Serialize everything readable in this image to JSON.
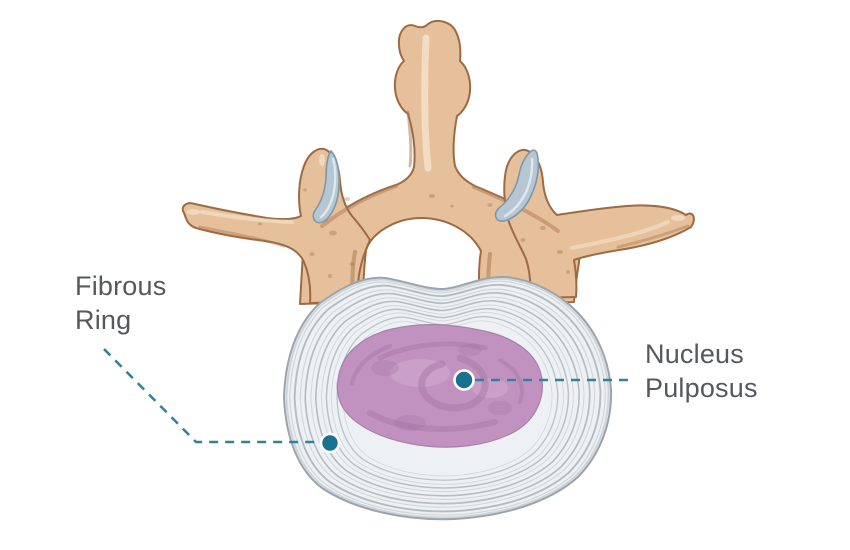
{
  "labels": {
    "fibrous_ring": {
      "line1": "Fibrous",
      "line2": "Ring"
    },
    "nucleus_pulposus": {
      "line1": "Nucleus",
      "line2": "Pulposus"
    }
  },
  "markers": {
    "fibrous_ring_dot": "filled-circle",
    "nucleus_pulposus_dot": "filled-circle"
  },
  "colors": {
    "background": "#ffffff",
    "label_text": "#55585c",
    "leader_line": "#35809f",
    "marker_dot_fill": "#17718f",
    "marker_dot_ring": "#ffffff",
    "bone_fill": "#e5c09a",
    "bone_outline": "#9c6b44",
    "bone_highlight": "#f5e6d0",
    "cartilage_fill": "#b6c7d3",
    "cartilage_edge": "#7e97a9",
    "anulus_fill": "#eef1f3",
    "anulus_line": "#aeb8bf",
    "nucleus_fill": "#c191bf",
    "nucleus_swirl": "#a373a3"
  }
}
